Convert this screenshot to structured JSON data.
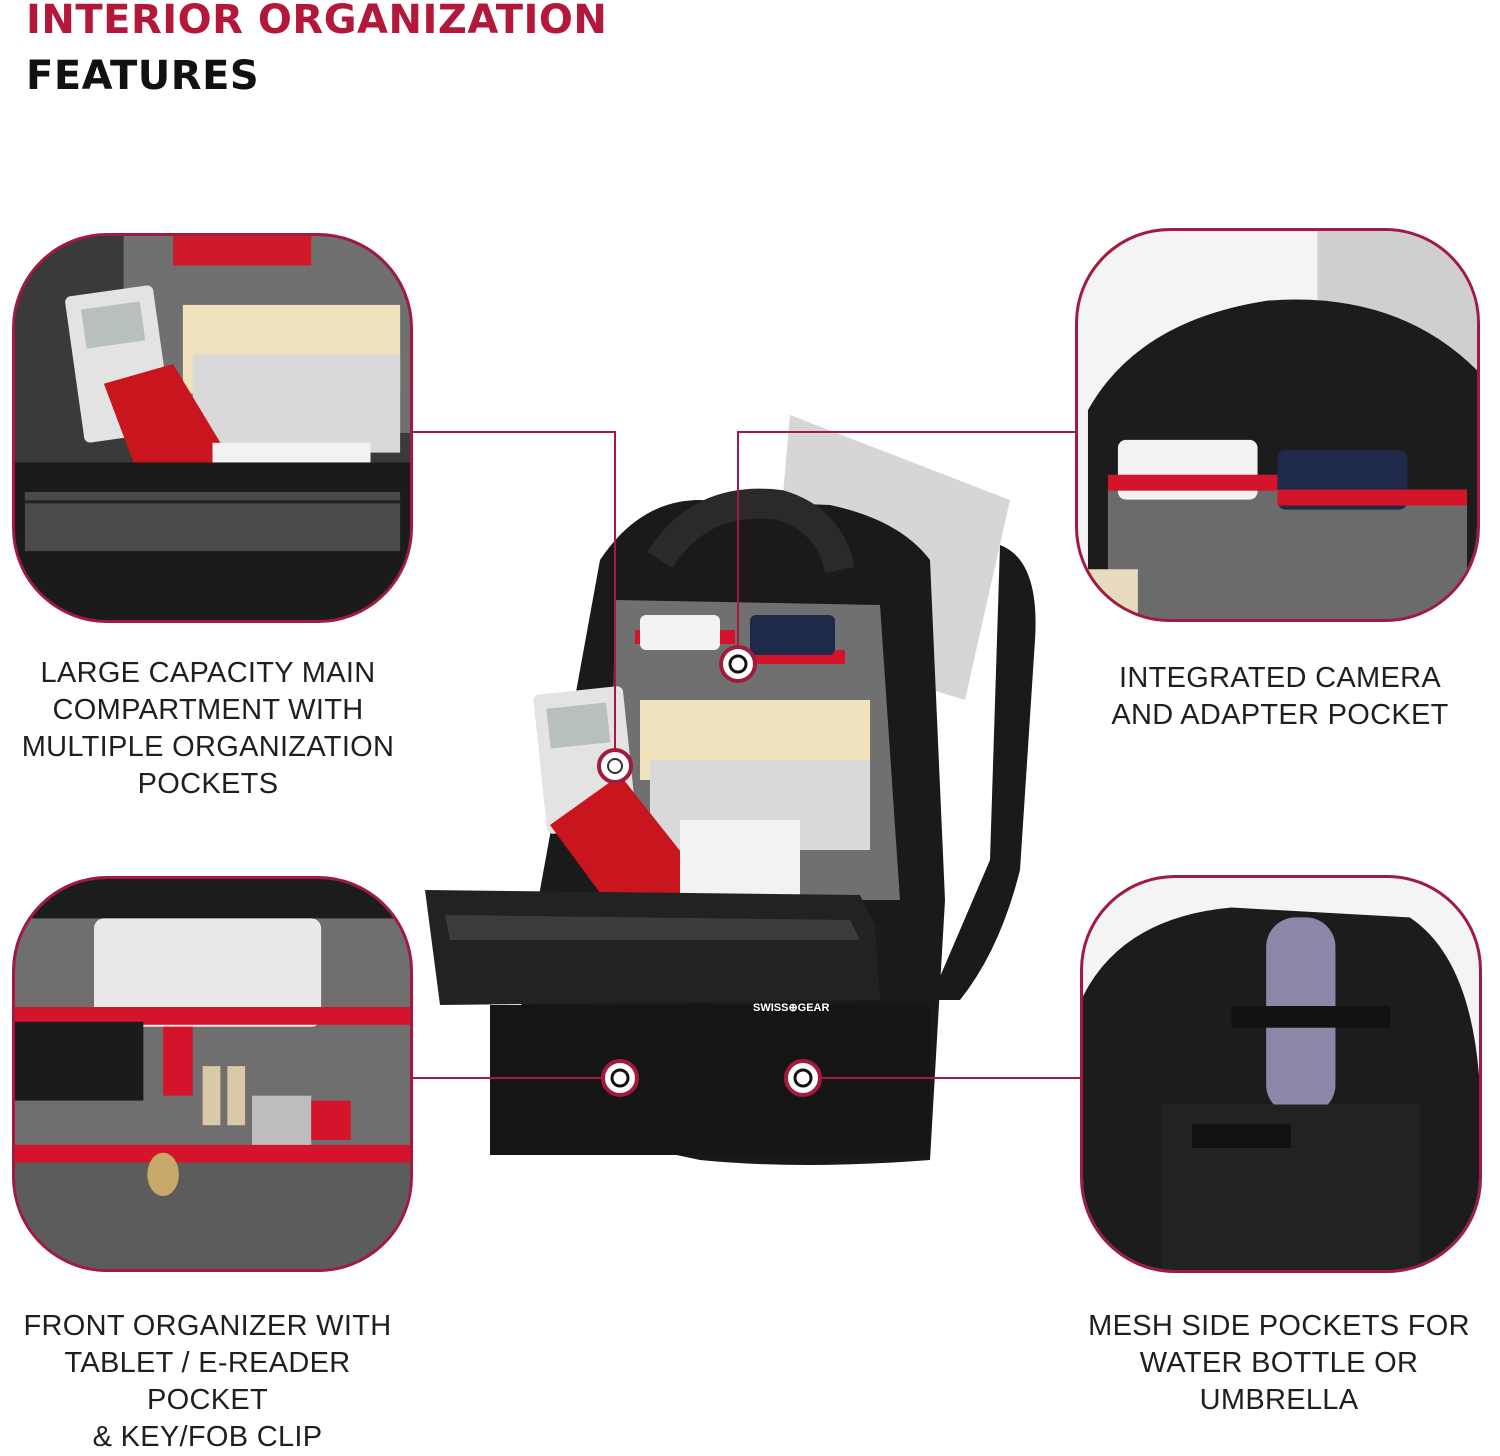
{
  "heading": {
    "line1": "INTERIOR ORGANIZATION",
    "line2": "FEATURES"
  },
  "features": [
    {
      "id": "main",
      "lines": [
        "LARGE CAPACITY MAIN",
        "COMPARTMENT WITH",
        "MULTIPLE ORGANIZATION",
        "POCKETS"
      ]
    },
    {
      "id": "camera",
      "lines": [
        "INTEGRATED CAMERA",
        "AND ADAPTER POCKET"
      ]
    },
    {
      "id": "front",
      "lines": [
        "FRONT ORGANIZER WITH",
        "TABLET / E-READER POCKET",
        "& KEY/FOB CLIP"
      ]
    },
    {
      "id": "mesh",
      "lines": [
        "MESH SIDE POCKETS FOR",
        "WATER BOTTLE OR UMBRELLA"
      ]
    }
  ],
  "brand": {
    "logo_text": "SWISS⊕GEAR"
  },
  "colors": {
    "accent": "#a31a3e",
    "title_red": "#b3173a",
    "bag_black": "#1a1a1a",
    "lining_gray": "#6e6e6e",
    "trim_red": "#d4142a"
  }
}
